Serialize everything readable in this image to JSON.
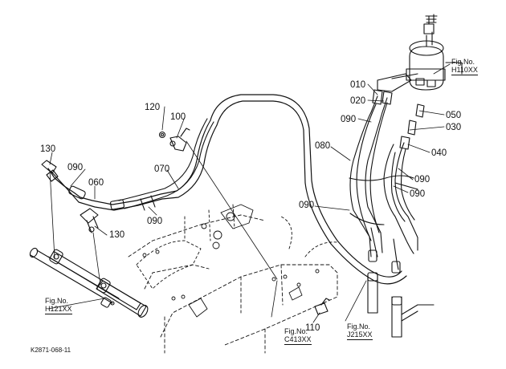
{
  "callouts": {
    "c010": "010",
    "c020": "020",
    "c050": "050",
    "c030": "030",
    "c090_r1": "090",
    "c080": "080",
    "c040": "040",
    "c090_r2": "090",
    "c090_r3": "090",
    "c090_r4": "090",
    "c120": "120",
    "c100": "100",
    "c130_top": "130",
    "c090_l": "090",
    "c060": "060",
    "c070": "070",
    "c090_m": "090",
    "c130_bot": "130",
    "c110": "110"
  },
  "fig_refs": {
    "h110": {
      "label": "Fig.No.",
      "code": "H110XX"
    },
    "h121": {
      "label": "Fig.No.",
      "code": "H121XX"
    },
    "c413": {
      "label": "Fig.No.",
      "code": "C413XX"
    },
    "j215": {
      "label": "Fig.No.",
      "code": "J215XX"
    }
  },
  "drawing_code": "K2871-068-11"
}
